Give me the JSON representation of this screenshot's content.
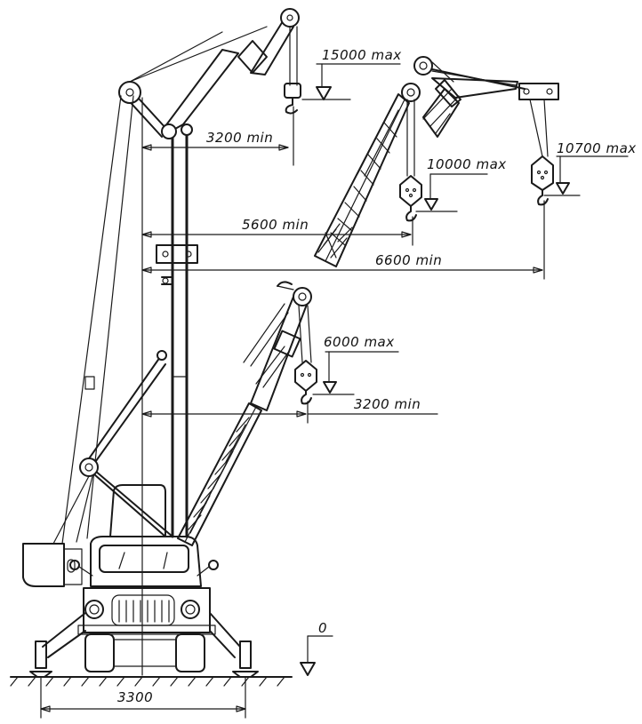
{
  "diagram": {
    "dimensions": {
      "min_3200_top": "3200 min",
      "min_5600": "5600 min",
      "min_6600": "6600 min",
      "min_3200_bottom": "3200 min",
      "base_3300": "3300",
      "ground_level": "0"
    },
    "capacities": {
      "max_15000": "15000 max",
      "max_10000": "10000 max",
      "max_10700": "10700 max",
      "max_6000": "6000 max"
    }
  }
}
